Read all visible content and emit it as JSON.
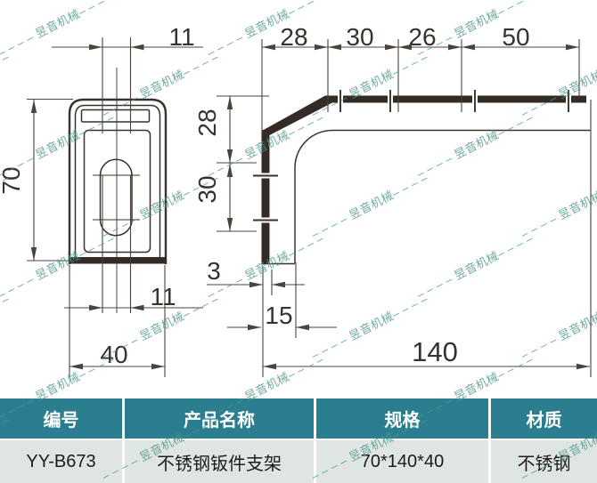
{
  "watermark": {
    "text": "昱音机械",
    "dashes": "– – – – "
  },
  "colors": {
    "teal": "#2b7e90",
    "row": "#dee5e2",
    "wm": "#4c968b",
    "ink": "#38322d",
    "inkThick": "#322b26",
    "dim": "#4a433d"
  },
  "dims": {
    "front_slot_top": "11",
    "front_height": "70",
    "front_slot_bottom": "11",
    "front_width": "40",
    "side_seg_28": "28",
    "side_seg_30": "30",
    "side_seg_26": "26",
    "side_seg_50": "50",
    "side_v_28": "28",
    "side_v_30": "30",
    "side_thickness": "3",
    "side_foot": "15",
    "side_length": "140"
  },
  "table": {
    "headers": [
      "编号",
      "产品名称",
      "规格",
      "材质"
    ],
    "values": [
      "YY-B673",
      "不锈钢钣件支架",
      "70*140*40",
      "不锈钢"
    ]
  }
}
